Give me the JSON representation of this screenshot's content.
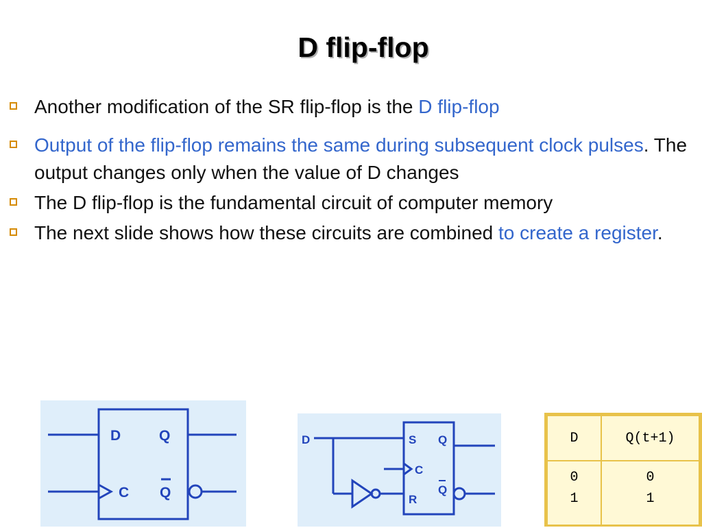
{
  "title": "D flip-flop",
  "bullets": {
    "b1": {
      "text": "Another modification of the SR flip-flop is the ",
      "link": "D flip-flop"
    },
    "b2": {
      "link": "Output of the flip-flop remains the same during subsequent clock pulses",
      "text": ". The output changes only when the value of D changes"
    },
    "b3": {
      "text": "The D flip-flop is the fundamental circuit of computer memory"
    },
    "b4": {
      "text": "The next slide shows how these circuits are combined ",
      "link": "to create a register",
      "end": "."
    }
  },
  "diagram1": {
    "d": "D",
    "q": "Q",
    "c": "C",
    "qbar": "Q"
  },
  "diagram2": {
    "d": "D",
    "s": "S",
    "q": "Q",
    "c": "C",
    "r": "R",
    "qbar": "Q"
  },
  "truth_table": {
    "headers": [
      "D",
      "Q(t+1)"
    ],
    "d_values": "0\n1",
    "q_values": "0\n1"
  },
  "colors": {
    "bullet_marker": "#d58a00",
    "link_blue": "#3366cc",
    "diagram_stroke": "#2244bb",
    "diagram_bg": "#dfeefa",
    "table_bg": "#fff9d6",
    "table_border": "#e8c24a"
  }
}
